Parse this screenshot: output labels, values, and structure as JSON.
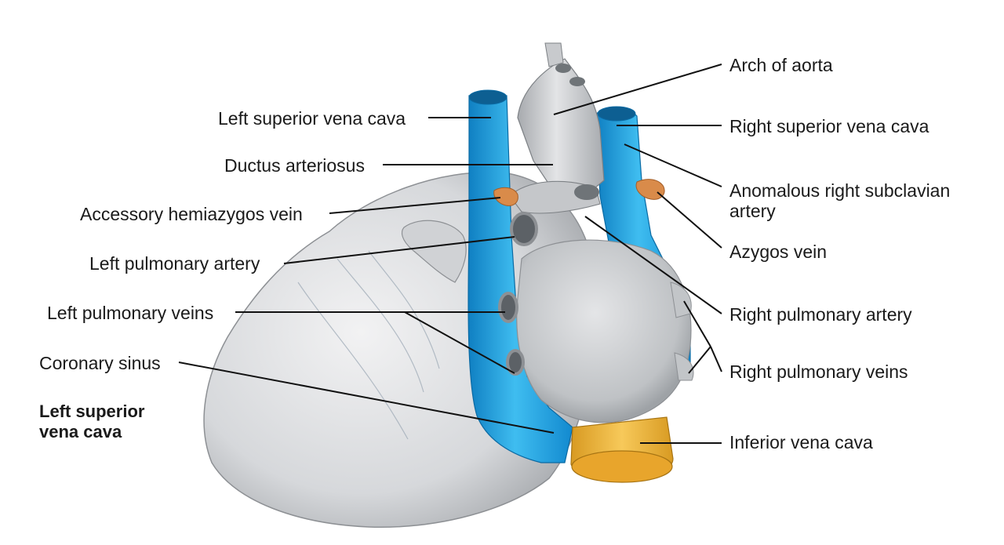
{
  "caption": {
    "line1": "Left superior",
    "line2": "vena cava"
  },
  "labels": {
    "arch_of_aorta": "Arch of aorta",
    "left_superior_vena_cava": "Left superior vena cava",
    "right_superior_vena_cava": "Right superior vena cava",
    "ductus_arteriosus": "Ductus arteriosus",
    "anomalous_right_subclavian_line1": "Anomalous right subclavian",
    "anomalous_right_subclavian_line2": "artery",
    "accessory_hemiazygos_vein": "Accessory hemiazygos vein",
    "azygos_vein": "Azygos vein",
    "left_pulmonary_artery": "Left pulmonary artery",
    "left_pulmonary_veins": "Left pulmonary veins",
    "right_pulmonary_artery": "Right pulmonary artery",
    "coronary_sinus": "Coronary sinus",
    "right_pulmonary_veins": "Right pulmonary veins",
    "inferior_vena_cava": "Inferior vena cava"
  },
  "colors": {
    "vein_blue": "#1aa3e0",
    "artery_gray": "#c9cbcd",
    "heart_gray": "#dcdde0",
    "ivc_yellow": "#f3b53a",
    "azygos_orange": "#d98b4a",
    "leader_line": "#111111"
  }
}
